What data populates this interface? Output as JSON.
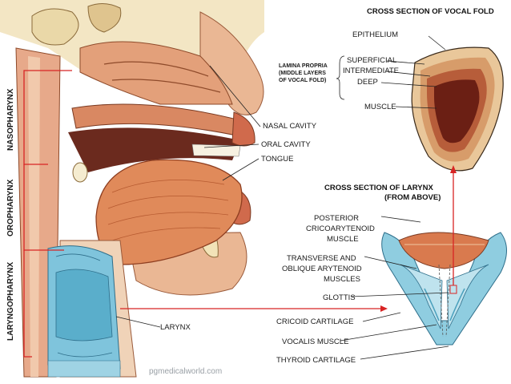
{
  "labels": {
    "vocal_fold_title": "CROSS SECTION OF VOCAL FOLD",
    "epithelium": "EPITHELIUM",
    "lamina_propria": [
      "LAMINA PROPRIA",
      "(MIDDLE LAYERS",
      "OF VOCAL FOLD)"
    ],
    "superficial": "SUPERFICIAL",
    "intermediate": "INTERMEDIATE",
    "deep": "DEEP",
    "muscle": "MUSCLE",
    "nasal_cavity": "NASAL CAVITY",
    "oral_cavity": "ORAL CAVITY",
    "tongue": "TONGUE",
    "larynx_section_title": [
      "CROSS SECTION OF LARYNX",
      "(FROM ABOVE)"
    ],
    "posterior_cricoarytenoid": [
      "POSTERIOR",
      "CRICOARYTENOID",
      "MUSCLE"
    ],
    "transverse_oblique": [
      "TRANSVERSE AND",
      "OBLIQUE ARYTENOID",
      "MUSCLES"
    ],
    "glottis": "GLOTTIS",
    "larynx": "LARYNX",
    "cricoid_cartilage": "CRICOID CARTILAGE",
    "vocalis_muscle": "VOCALIS MUSCLE",
    "thyroid_cartilage": "THYROID CARTILAGE",
    "nasopharynx": "NASOPHARYNX",
    "oropharynx": "OROPHARYNX",
    "laryngopharynx": "LARYNGOPHARYNX"
  },
  "watermark": "pgmedicalworld.com",
  "colors": {
    "pointer_red": "#d82424",
    "flesh": "#e9b58f",
    "muscle_red": "#c2502e",
    "cartilage_blue": "#7fc4dc",
    "bone_cream": "#f3e6c4"
  }
}
